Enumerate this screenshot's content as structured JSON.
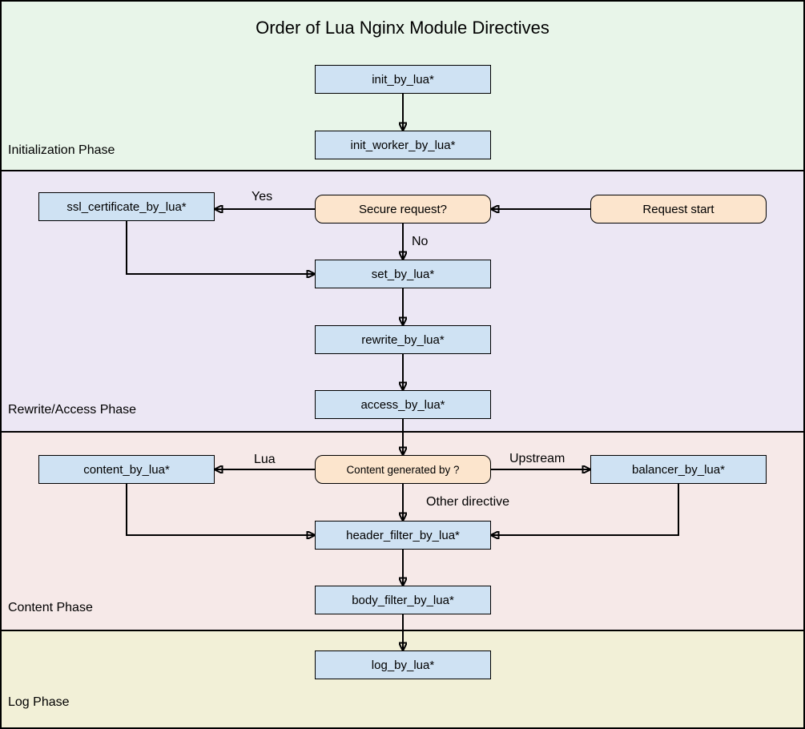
{
  "title": "Order of Lua Nginx Module Directives",
  "colors": {
    "phase_initialization_bg": "#e8f5e9",
    "phase_rewrite_access_bg": "#ece7f4",
    "phase_content_bg": "#f6e9e8",
    "phase_log_bg": "#f2f0d7",
    "process_box_fill": "#cfe2f3",
    "terminal_box_fill": "#fce5cd",
    "border_color": "#000000",
    "arrow_color": "#000000"
  },
  "phases": [
    {
      "label": "Initialization Phase"
    },
    {
      "label": "Rewrite/Access Phase"
    },
    {
      "label": "Content Phase"
    },
    {
      "label": "Log Phase"
    }
  ],
  "nodes": {
    "init_by_lua": {
      "label": "init_by_lua*"
    },
    "init_worker_by_lua": {
      "label": "init_worker_by_lua*"
    },
    "ssl_certificate_by_lua": {
      "label": "ssl_certificate_by_lua*"
    },
    "secure_request": {
      "label": "Secure request?"
    },
    "request_start": {
      "label": "Request start"
    },
    "set_by_lua": {
      "label": "set_by_lua*"
    },
    "rewrite_by_lua": {
      "label": "rewrite_by_lua*"
    },
    "access_by_lua": {
      "label": "access_by_lua*"
    },
    "content_by_lua": {
      "label": "content_by_lua*"
    },
    "content_generated_by": {
      "label": "Content generated by ?"
    },
    "balancer_by_lua": {
      "label": "balancer_by_lua*"
    },
    "header_filter_by_lua": {
      "label": "header_filter_by_lua*"
    },
    "body_filter_by_lua": {
      "label": "body_filter_by_lua*"
    },
    "log_by_lua": {
      "label": "log_by_lua*"
    }
  },
  "edge_labels": {
    "yes": "Yes",
    "no": "No",
    "lua": "Lua",
    "upstream": "Upstream",
    "other_directive": "Other directive"
  }
}
